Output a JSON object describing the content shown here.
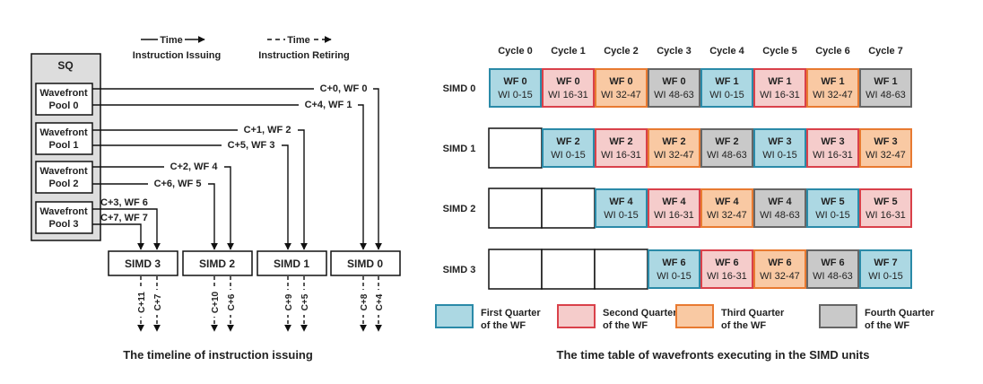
{
  "legend_top": {
    "issuing_arrow": "Time",
    "issuing_label": "Instruction Issuing",
    "retiring_arrow": "Time",
    "retiring_label": "Instruction Retiring"
  },
  "sq": {
    "label": "SQ",
    "pools": [
      {
        "line1": "Wavefront",
        "line2": "Pool 0"
      },
      {
        "line1": "Wavefront",
        "line2": "Pool 1"
      },
      {
        "line1": "Wavefront",
        "line2": "Pool 2"
      },
      {
        "line1": "Wavefront",
        "line2": "Pool 3"
      }
    ]
  },
  "issue_labels": {
    "c0": "C+0, WF 0",
    "c4": "C+4, WF 1",
    "c1": "C+1, WF 2",
    "c5": "C+5, WF 3",
    "c2": "C+2, WF 4",
    "c6": "C+6, WF 5",
    "c3": "C+3, WF 6",
    "c7": "C+7, WF 7"
  },
  "simd_boxes": [
    "SIMD 3",
    "SIMD 2",
    "SIMD 1",
    "SIMD 0"
  ],
  "retire_labels": {
    "s3a": "C+11",
    "s3b": "C+7",
    "s2a": "C+10",
    "s2b": "C+6",
    "s1a": "C+9",
    "s1b": "C+5",
    "s0a": "C+8",
    "s0b": "C+4"
  },
  "left_caption": "The timeline of instruction issuing",
  "right_caption": "The time table of wavefronts executing in the SIMD units",
  "cycles": [
    "Cycle 0",
    "Cycle 1",
    "Cycle 2",
    "Cycle 3",
    "Cycle 4",
    "Cycle 5",
    "Cycle 6",
    "Cycle 7"
  ],
  "rows": [
    {
      "label": "SIMD 0",
      "cells": [
        {
          "wf": "WF 0",
          "wi": "WI 0-15",
          "q": 0
        },
        {
          "wf": "WF 0",
          "wi": "WI 16-31",
          "q": 1
        },
        {
          "wf": "WF 0",
          "wi": "WI 32-47",
          "q": 2
        },
        {
          "wf": "WF 0",
          "wi": "WI 48-63",
          "q": 3
        },
        {
          "wf": "WF 1",
          "wi": "WI 0-15",
          "q": 0
        },
        {
          "wf": "WF 1",
          "wi": "WI 16-31",
          "q": 1
        },
        {
          "wf": "WF 1",
          "wi": "WI 32-47",
          "q": 2
        },
        {
          "wf": "WF 1",
          "wi": "WI 48-63",
          "q": 3
        }
      ]
    },
    {
      "label": "SIMD 1",
      "cells": [
        null,
        {
          "wf": "WF 2",
          "wi": "WI 0-15",
          "q": 0
        },
        {
          "wf": "WF 2",
          "wi": "WI 16-31",
          "q": 1
        },
        {
          "wf": "WF 2",
          "wi": "WI 32-47",
          "q": 2
        },
        {
          "wf": "WF 2",
          "wi": "WI 48-63",
          "q": 3
        },
        {
          "wf": "WF 3",
          "wi": "WI 0-15",
          "q": 0
        },
        {
          "wf": "WF 3",
          "wi": "WI 16-31",
          "q": 1
        },
        {
          "wf": "WF 3",
          "wi": "WI 32-47",
          "q": 2
        }
      ]
    },
    {
      "label": "SIMD 2",
      "cells": [
        null,
        null,
        {
          "wf": "WF 4",
          "wi": "WI 0-15",
          "q": 0
        },
        {
          "wf": "WF 4",
          "wi": "WI 16-31",
          "q": 1
        },
        {
          "wf": "WF 4",
          "wi": "WI 32-47",
          "q": 2
        },
        {
          "wf": "WF 4",
          "wi": "WI 48-63",
          "q": 3
        },
        {
          "wf": "WF 5",
          "wi": "WI 0-15",
          "q": 0
        },
        {
          "wf": "WF 5",
          "wi": "WI 16-31",
          "q": 1
        }
      ]
    },
    {
      "label": "SIMD 3",
      "cells": [
        null,
        null,
        null,
        {
          "wf": "WF 6",
          "wi": "WI 0-15",
          "q": 0
        },
        {
          "wf": "WF 6",
          "wi": "WI 16-31",
          "q": 1
        },
        {
          "wf": "WF 6",
          "wi": "WI 32-47",
          "q": 2
        },
        {
          "wf": "WF 6",
          "wi": "WI 48-63",
          "q": 3
        },
        {
          "wf": "WF 7",
          "wi": "WI 0-15",
          "q": 0
        }
      ]
    }
  ],
  "quarters": [
    {
      "line1": "First Quarter",
      "line2": "of the WF",
      "fill": "#acd8e3",
      "stroke": "#2a8aa8"
    },
    {
      "line1": "Second Quarter",
      "line2": "of the WF",
      "fill": "#f5cccb",
      "stroke": "#d9414a"
    },
    {
      "line1": "Third Quarter",
      "line2": "of the WF",
      "fill": "#f9c9a3",
      "stroke": "#e87a31"
    },
    {
      "line1": "Fourth Quarter",
      "line2": "of the WF",
      "fill": "#c9c9c9",
      "stroke": "#666666"
    }
  ]
}
